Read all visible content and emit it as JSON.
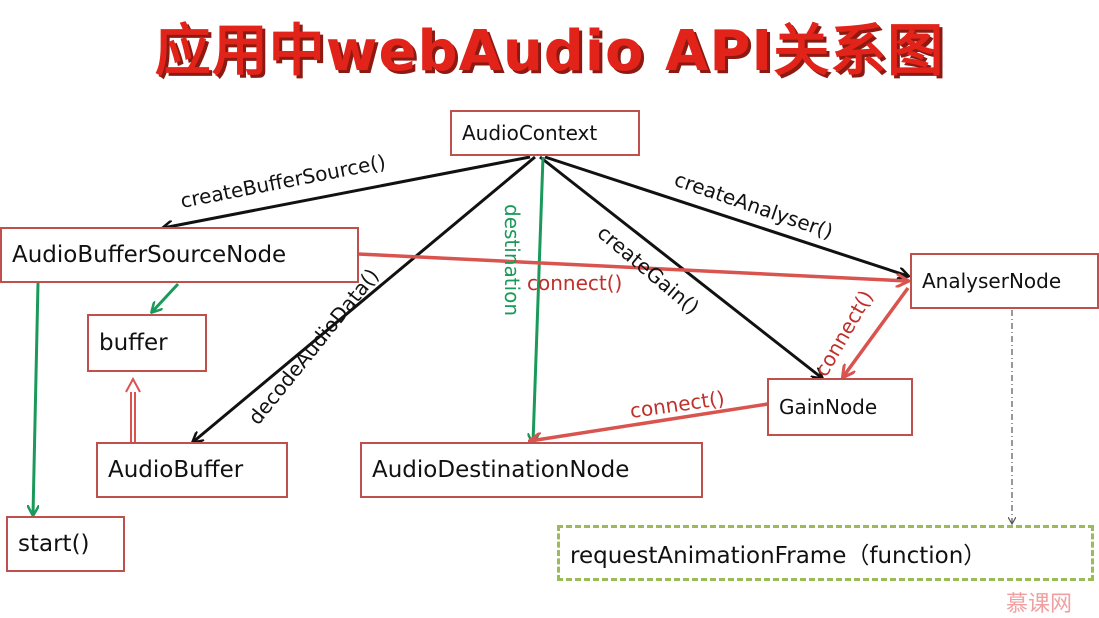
{
  "title": "应用中webAudio API关系图",
  "nodes": {
    "audio_context": "AudioContext",
    "buffer_source": "AudioBufferSourceNode",
    "buffer": "buffer",
    "audio_buffer": "AudioBuffer",
    "start": "start()",
    "destination_node": "AudioDestinationNode",
    "analyser": "AnalyserNode",
    "gain": "GainNode",
    "raf": "requestAnimationFrame（function）"
  },
  "edge_labels": {
    "create_buffer_source": "createBufferSource()",
    "decode_audio_data": "decodeAudioData()",
    "destination": "destination",
    "create_gain": "createGain()",
    "create_analyser": "createAnalyser()",
    "connect_source_analyser": "connect()",
    "connect_analyser_gain": "connect()",
    "connect_gain_destination": "connect()"
  },
  "colors": {
    "title": "#e2231a",
    "node_border": "#c0504d",
    "connect_edge": "#d9534f",
    "create_edge": "#111111",
    "destination_edge": "#1a9a5a",
    "raf_border": "#9bbb59"
  },
  "watermark": "慕课网"
}
